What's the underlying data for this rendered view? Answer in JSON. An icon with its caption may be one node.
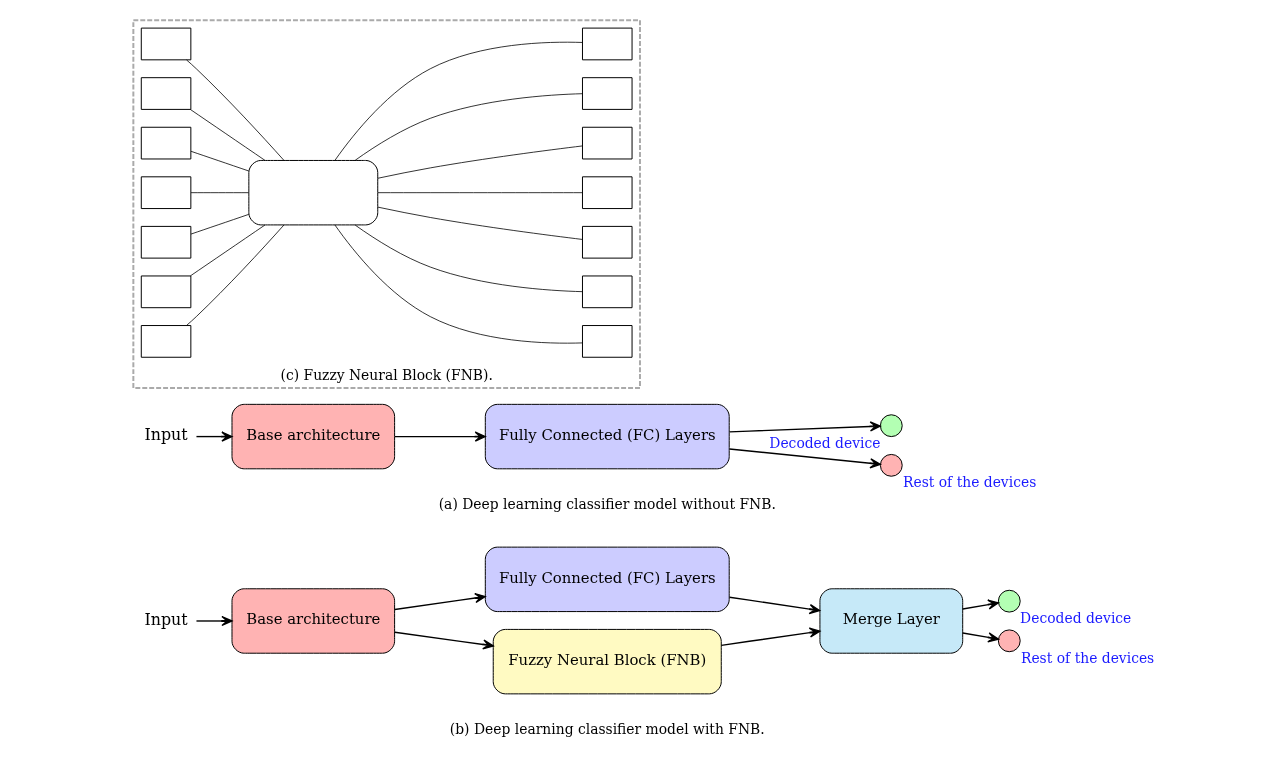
{
  "diagram": {
    "nodes": [
      {
        "text": [
          "Input"
        ]
      },
      {
        "text": [
          "Base architecture"
        ]
      },
      {
        "text": [
          "Fully Connected (FC) Layers"
        ]
      },
      {
        "text": [],
        "shape": "circle",
        "beside": [
          "Decoded device"
        ]
      },
      {
        "text": [],
        "shape": "circle",
        "beside": [
          "Rest of the devices"
        ]
      },
      {
        "text": [
          "(c) Fuzzy Neural Block (FNB)."
        ]
      },
      {
        "text": [],
        "shape": "box",
        "in": 5
      },
      {
        "text": [],
        "shape": "box",
        "in": 5
      },
      {
        "text": [],
        "shape": "box",
        "in": 5
      },
      {
        "text": [],
        "shape": "box",
        "in": 5
      },
      {
        "text": [],
        "shape": "box",
        "in": 5
      },
      {
        "text": [],
        "shape": "box",
        "in": 5
      },
      {
        "text": [],
        "shape": "box",
        "in": 5
      },
      {
        "text": [],
        "shape": "box",
        "in": 5
      },
      {
        "text": [],
        "shape": "box",
        "in": 5
      },
      {
        "text": [],
        "shape": "box",
        "in": 5
      },
      {
        "text": [],
        "shape": "box",
        "in": 5
      },
      {
        "text": [],
        "shape": "box",
        "in": 5
      },
      {
        "text": [],
        "shape": "box",
        "in": 5
      },
      {
        "text": [],
        "shape": "box",
        "in": 5
      },
      {
        "text": [],
        "shape": "box",
        "in": 5
      },
      {
        "text": [
          "Input"
        ]
      },
      {
        "text": [
          "Base architecture"
        ]
      },
      {
        "text": [
          "Fully Connected (FC) Layers"
        ]
      },
      {
        "text": [
          "Merge Layer"
        ]
      },
      {
        "text": [
          "Fuzzy Neural Block (FNB)"
        ]
      },
      {
        "text": [],
        "shape": "circle",
        "beside": [
          "Decoded device"
        ]
      },
      {
        "text": [],
        "shape": "circle",
        "beside": [
          "Rest of the devices"
        ]
      }
    ],
    "edges": [
      {
        "from": 0,
        "to": 1,
        "arrow": "to"
      },
      {
        "from": 1,
        "to": 2,
        "arrow": "to"
      },
      {
        "from": 2,
        "to": 3,
        "arrow": "to"
      },
      {
        "from": 2,
        "to": 4,
        "arrow": "to"
      },
      {
        "from": 6,
        "to": 13,
        "arrow": "none"
      },
      {
        "from": 7,
        "to": 13,
        "arrow": "none"
      },
      {
        "from": 8,
        "to": 13,
        "arrow": "none"
      },
      {
        "from": 9,
        "to": 13,
        "arrow": "none"
      },
      {
        "from": 10,
        "to": 13,
        "arrow": "none"
      },
      {
        "from": 11,
        "to": 13,
        "arrow": "none"
      },
      {
        "from": 12,
        "to": 13,
        "arrow": "none"
      },
      {
        "from": 13,
        "to": 14,
        "arrow": "none"
      },
      {
        "from": 13,
        "to": 15,
        "arrow": "none"
      },
      {
        "from": 13,
        "to": 16,
        "arrow": "none"
      },
      {
        "from": 13,
        "to": 17,
        "arrow": "none"
      },
      {
        "from": 13,
        "to": 18,
        "arrow": "none"
      },
      {
        "from": 13,
        "to": 19,
        "arrow": "none"
      },
      {
        "from": 13,
        "to": 20,
        "arrow": "none"
      },
      {
        "from": 21,
        "to": 22,
        "arrow": "to"
      },
      {
        "from": 22,
        "to": 23,
        "arrow": "to"
      },
      {
        "from": 23,
        "to": 24,
        "arrow": "to"
      },
      {
        "from": 22,
        "to": 25,
        "arrow": "to"
      },
      {
        "from": 25,
        "to": 24,
        "arrow": "to"
      },
      {
        "from": 24,
        "to": 26,
        "arrow": "to"
      },
      {
        "from": 24,
        "to": 27,
        "arrow": "to"
      }
    ],
    "labels": [
      "(a) Deep learning classifier model without FNB.",
      "(b) Deep learning classifier model with FNB."
    ]
  }
}
